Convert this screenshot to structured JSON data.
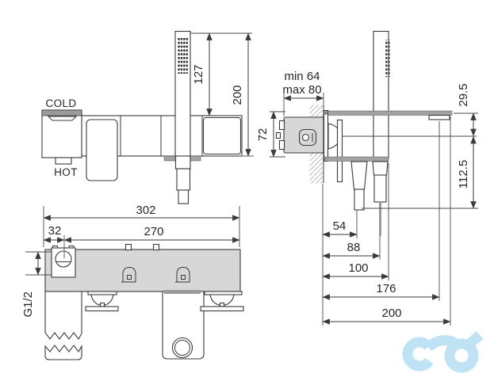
{
  "colors": {
    "line": "#3a3a3a",
    "body_fill": "#d7d7d7",
    "metal_gray": "#a2a2a2",
    "dark_cap": "#9b9b9b",
    "hatch": "#b9b9b9",
    "spray_dots": "#242424",
    "hose_gray": "#9a9a9a",
    "logo_blue": "#bfe3f5"
  },
  "front_view": {
    "cold_label": "COLD",
    "hot_label": "HOT",
    "dim_handshower_height": "127",
    "dim_overall_height": "200"
  },
  "side_view": {
    "recess_min": "min 64",
    "recess_max": "max 80",
    "dim_valve_height": "72",
    "dim_spout_offset": "29.5",
    "dim_below_axis": "112.5",
    "dim_outlet_offset": "54",
    "dim_hose_offset": "88",
    "dim_shelf_depth": "100",
    "dim_aerator_reach": "176",
    "dim_overall_reach": "200"
  },
  "top_view": {
    "dim_overall_width": "302",
    "dim_body_width": "270",
    "dim_inlet_offset": "32",
    "thread_size": "G1/2"
  },
  "logo": {
    "label": "cd logo"
  }
}
